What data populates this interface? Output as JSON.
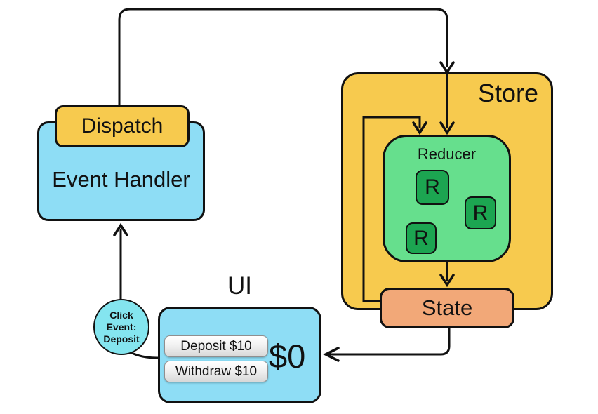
{
  "colors": {
    "yellow": "#F7CA4E",
    "blue": "#8EDDF5",
    "cyan": "#84E5EF",
    "green-light": "#66DF8D",
    "green-dark": "#1CA551",
    "salmon": "#F2A878",
    "line": "#111111",
    "button-border": "#8F8F8F"
  },
  "nodes": {
    "dispatch": {
      "label": "Dispatch"
    },
    "event_handler": {
      "label": "Event Handler"
    },
    "store": {
      "label": "Store"
    },
    "reducer": {
      "label": "Reducer",
      "chips": [
        "R",
        "R",
        "R"
      ]
    },
    "state": {
      "label": "State"
    },
    "ui": {
      "label": "UI",
      "balance": "$0",
      "buttons": [
        {
          "label": "Deposit $10"
        },
        {
          "label": "Withdraw $10"
        }
      ]
    },
    "click_event": {
      "lines": [
        "Click",
        "Event:",
        "Deposit"
      ]
    }
  }
}
